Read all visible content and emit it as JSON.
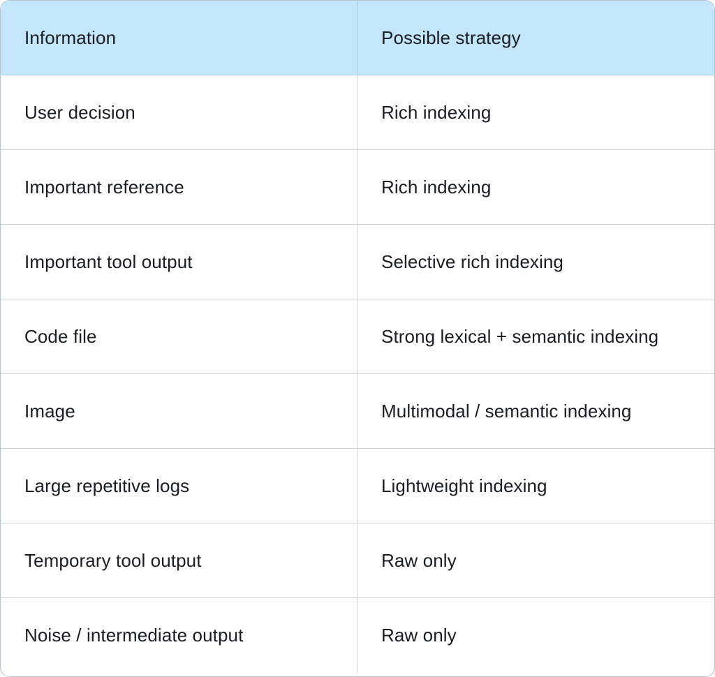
{
  "table": {
    "headers": [
      "Information",
      "Possible strategy"
    ],
    "rows": [
      [
        "User decision",
        "Rich indexing"
      ],
      [
        "Important reference",
        "Rich indexing"
      ],
      [
        "Important tool output",
        "Selective rich indexing"
      ],
      [
        "Code file",
        "Strong lexical + semantic indexing"
      ],
      [
        "Image",
        "Multimodal / semantic indexing"
      ],
      [
        "Large repetitive logs",
        "Lightweight indexing"
      ],
      [
        "Temporary tool output",
        "Raw only"
      ],
      [
        "Noise / intermediate output",
        "Raw only"
      ]
    ]
  },
  "colors": {
    "header_background": "#c4e6fd",
    "border": "#cfd4d9",
    "text": "#1a1d21"
  }
}
